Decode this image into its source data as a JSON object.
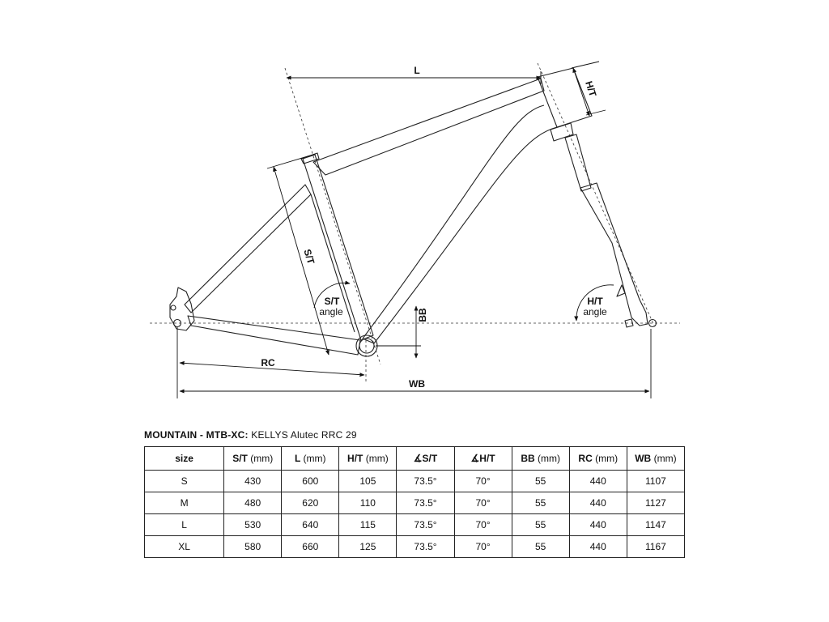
{
  "diagram": {
    "labels": {
      "l": "L",
      "ht": "H/T",
      "st": "S/T",
      "st_angle_abbr": "S/T",
      "st_angle_word": "angle",
      "ht_angle_abbr": "H/T",
      "ht_angle_word": "angle",
      "bb": "BB",
      "rc": "RC",
      "wb": "WB"
    }
  },
  "caption": {
    "bold": "MOUNTAIN - MTB-XC:",
    "normal": "KELLYS Alutec RRC 29"
  },
  "table": {
    "headers": [
      {
        "label": "size",
        "unit": ""
      },
      {
        "label": "S/T",
        "unit": "(mm)"
      },
      {
        "label": "L",
        "unit": "(mm)"
      },
      {
        "label": "H/T",
        "unit": "(mm)"
      },
      {
        "label": "∡S/T",
        "unit": ""
      },
      {
        "label": "∡H/T",
        "unit": ""
      },
      {
        "label": "BB",
        "unit": "(mm)"
      },
      {
        "label": "RC",
        "unit": "(mm)"
      },
      {
        "label": "WB",
        "unit": "(mm)"
      }
    ],
    "rows": [
      [
        "S",
        "430",
        "600",
        "105",
        "73.5°",
        "70°",
        "55",
        "440",
        "1107"
      ],
      [
        "M",
        "480",
        "620",
        "110",
        "73.5°",
        "70°",
        "55",
        "440",
        "1127"
      ],
      [
        "L",
        "530",
        "640",
        "115",
        "73.5°",
        "70°",
        "55",
        "440",
        "1147"
      ],
      [
        "XL",
        "580",
        "660",
        "125",
        "73.5°",
        "70°",
        "55",
        "440",
        "1167"
      ]
    ]
  }
}
